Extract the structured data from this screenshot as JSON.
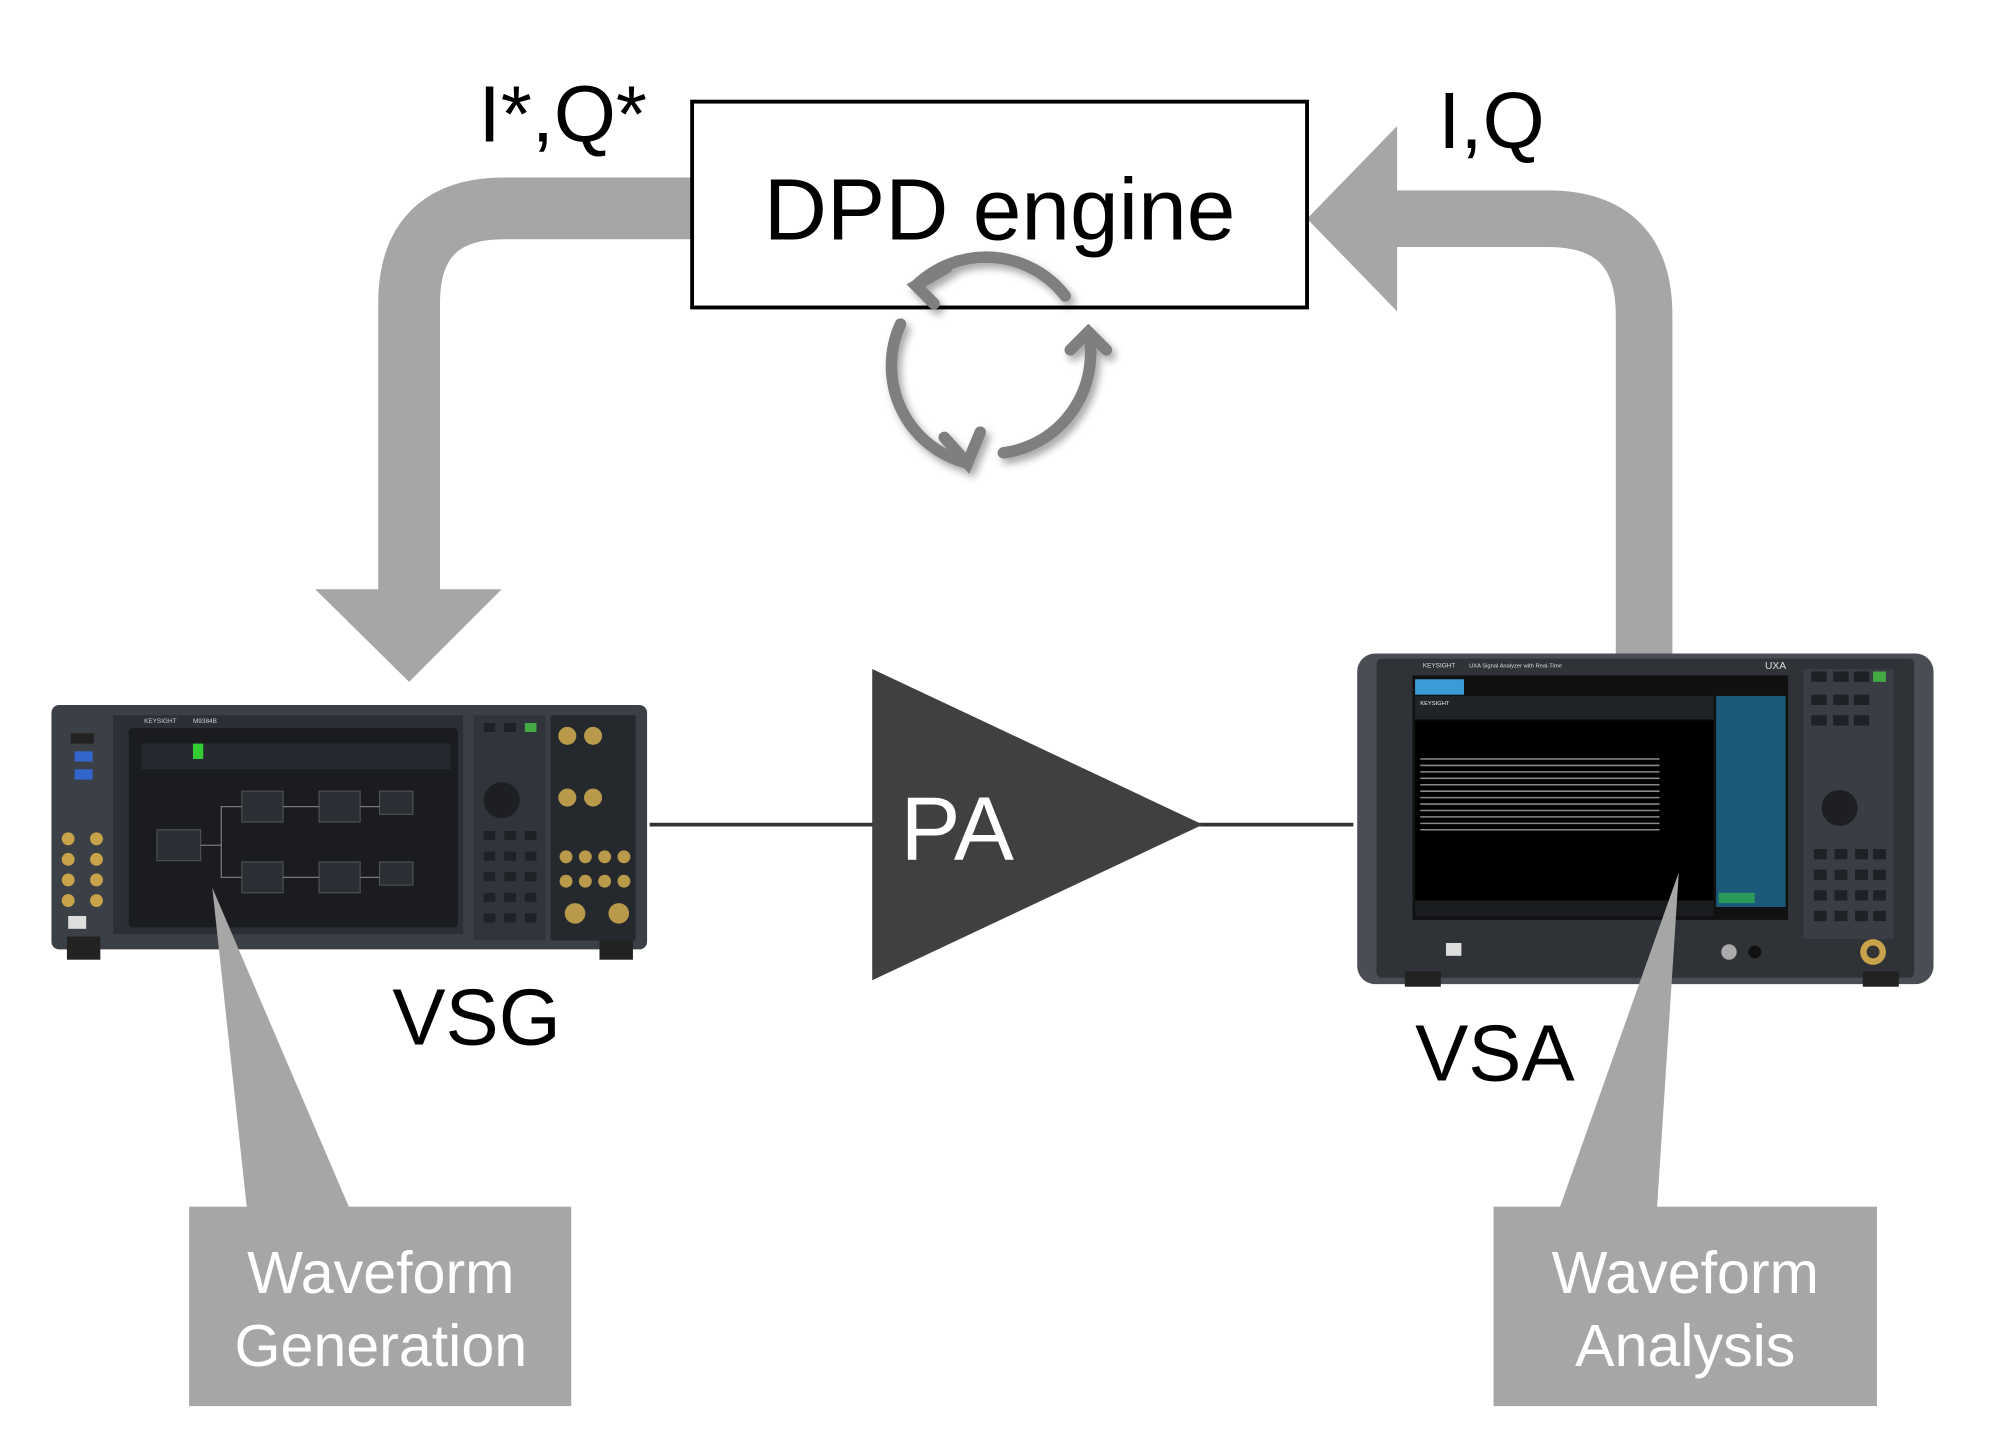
{
  "diagram": {
    "engine_label": "DPD engine",
    "predistorted_signal_label": "I*,Q*",
    "feedback_signal_label": "I,Q",
    "amplifier_label": "PA",
    "generator_label": "VSG",
    "analyzer_label": "VSA",
    "generation_callout": [
      "Waveform",
      "Generation"
    ],
    "analysis_callout": [
      "Waveform",
      "Analysis"
    ],
    "vsg_device": {
      "brand": "KEYSIGHT",
      "model": "M9384B"
    },
    "vsa_device": {
      "brand": "KEYSIGHT",
      "model": "UXA",
      "screen_title": "UXA Signal Analyzer with Real-Time",
      "logo": "KEYSIGHT"
    }
  },
  "colors": {
    "arrow": "#a6a6a6",
    "callout": "#a6a6a6",
    "amplifier": "#404040",
    "cycle_icon": "#7f7f7f",
    "text": "#000000"
  }
}
